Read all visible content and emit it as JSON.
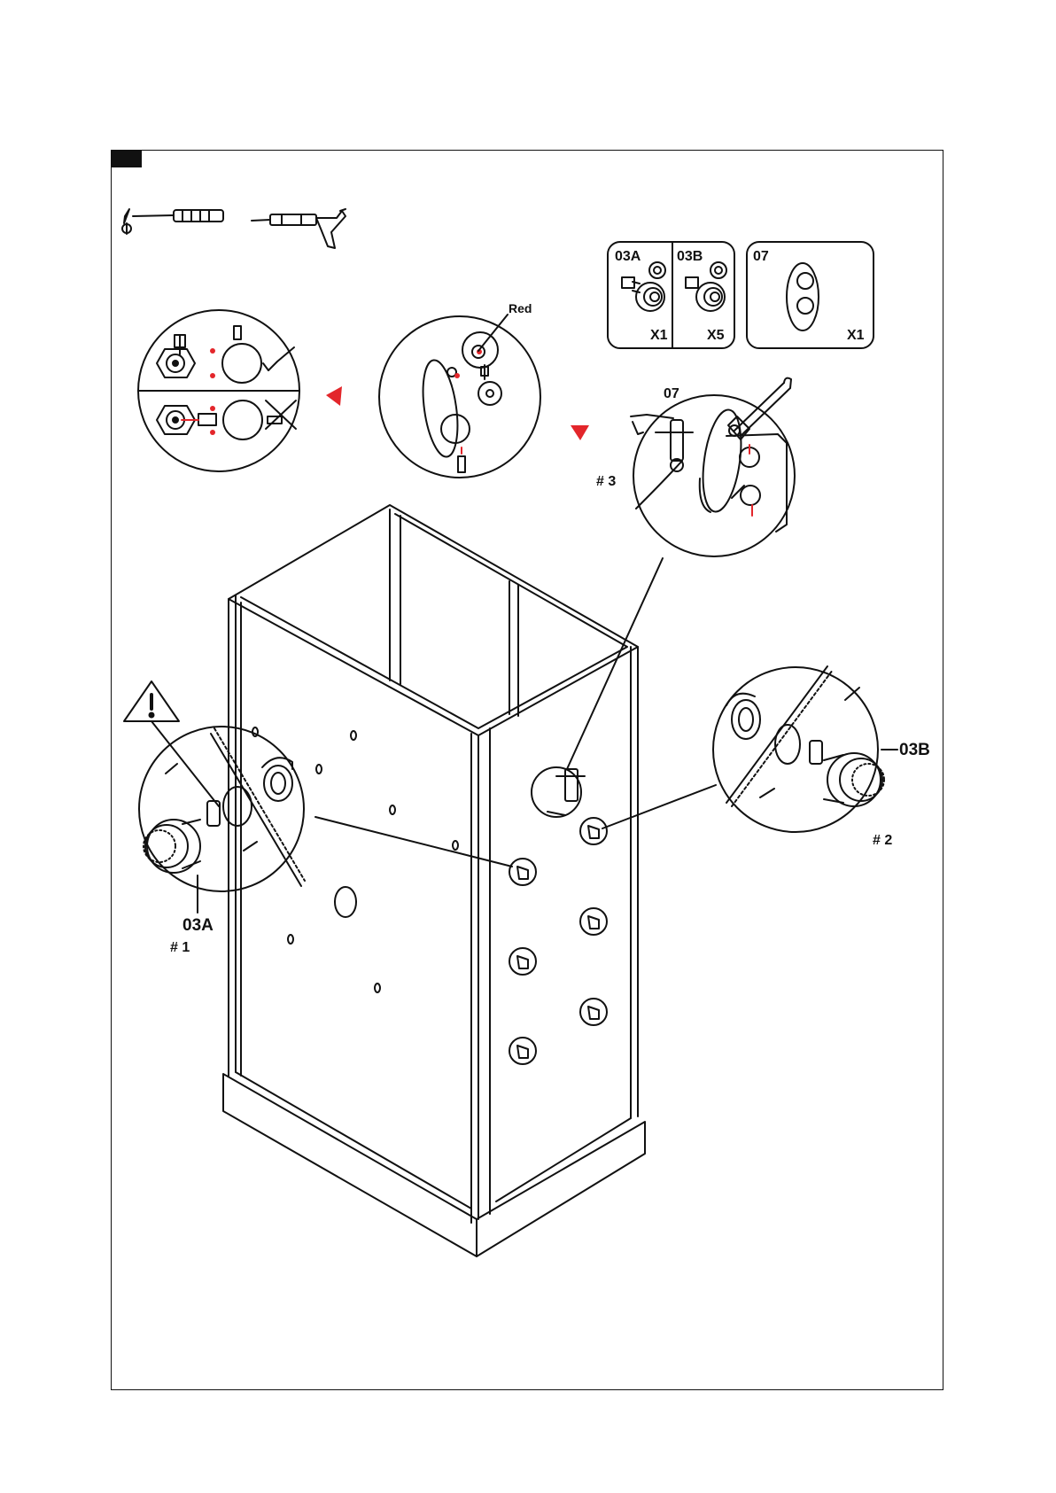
{
  "parts": {
    "p03a": {
      "code": "03A",
      "qty": "X1"
    },
    "p03b": {
      "code": "03B",
      "qty": "X5"
    },
    "p07": {
      "code": "07",
      "qty": "X1"
    }
  },
  "callouts": {
    "red": "Red",
    "label07": "07",
    "label03a": "03A",
    "label03b": "03B",
    "step1": "# 1",
    "step2": "# 2",
    "step3": "# 3"
  },
  "colors": {
    "line": "#111111",
    "accent": "#e3262b",
    "paper": "#ffffff"
  },
  "icons": [
    "screwdriver-icon",
    "sealant-gun-icon",
    "warning-icon",
    "wrench-icon"
  ]
}
